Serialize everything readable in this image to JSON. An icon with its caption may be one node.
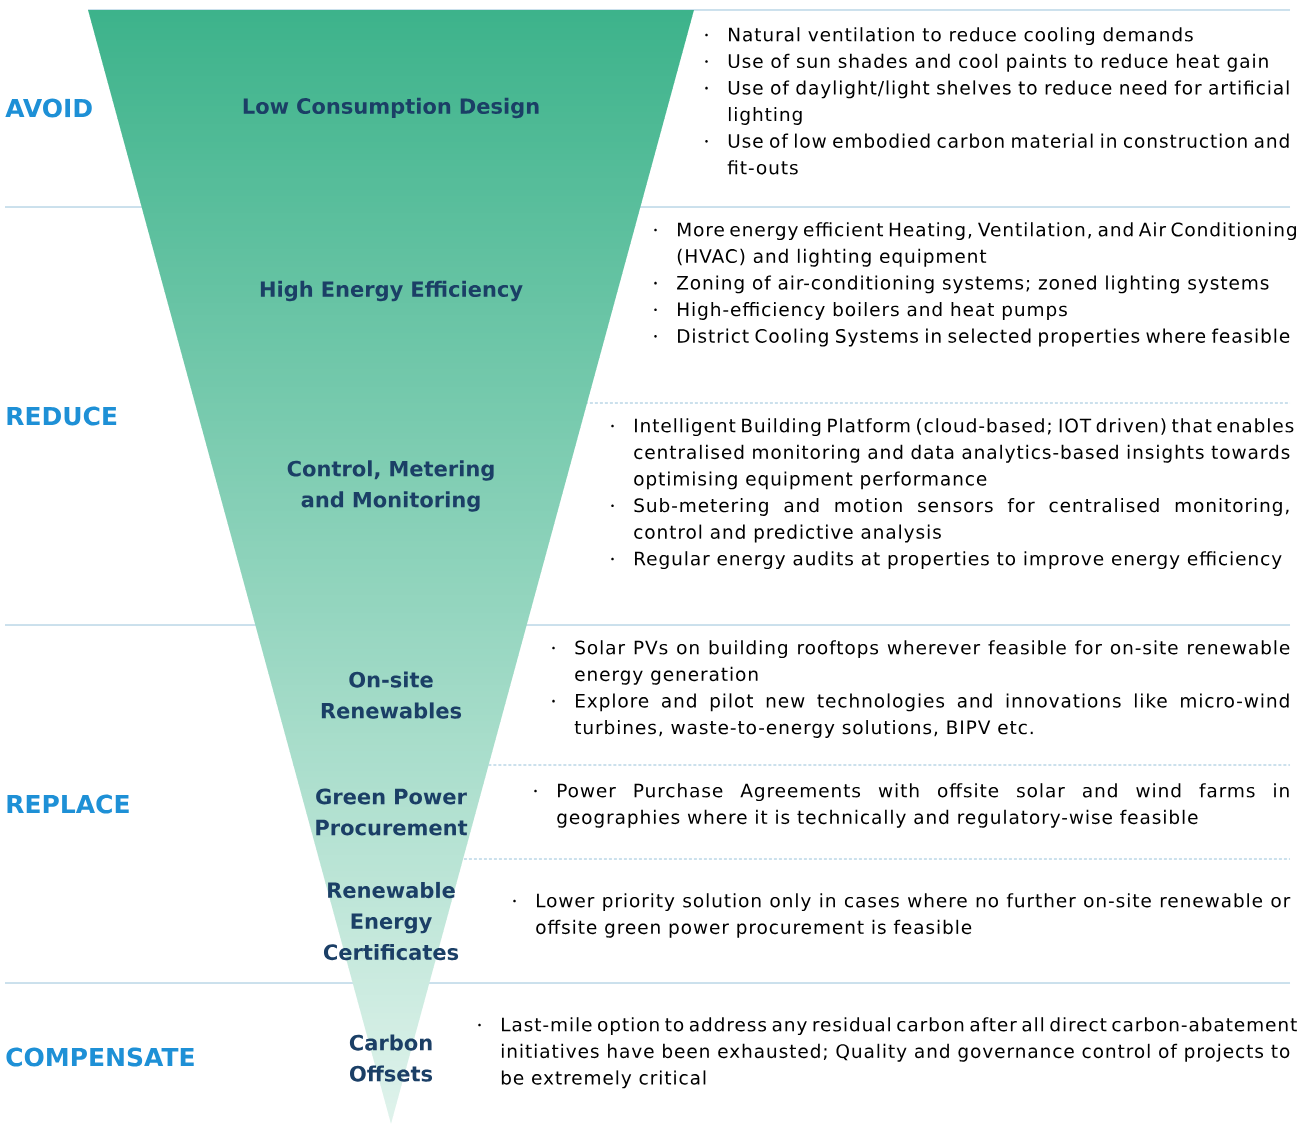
{
  "diagram": {
    "nodes": [
      {
        "text": [
          "Low Consumption Design"
        ]
      },
      {
        "text": [
          "High Energy Efficiency"
        ]
      },
      {
        "text": [
          "Control, Metering and Monitoring"
        ]
      },
      {
        "text": [
          "On-site Renewables"
        ]
      },
      {
        "text": [
          "Green Power Procurement"
        ]
      },
      {
        "text": [
          "Renewable Energy Certificates"
        ]
      },
      {
        "text": [
          "Carbon Offsets"
        ]
      }
    ],
    "labels": [
      "AVOID",
      "Natural ventilation to reduce cooling demands",
      "Use of sun shades and cool paints to reduce heat gain",
      "Use of daylight/light shelves to reduce need for artificial lighting",
      "Use of low embodied carbon material in construction and fit-outs",
      "More energy efficient Heating, Ventilation, and Air Conditioning (HVAC) and lighting equipment",
      "Zoning of air-conditioning systems; zoned lighting systems",
      "High-efficiency boilers and heat pumps",
      "District Cooling Systems in selected properties where feasible",
      "REDUCE",
      "Intelligent Building Platform (cloud-based; IOT driven) that enables centralised monitoring and data analytics-based insights towards optimising equipment performance",
      "Sub-metering and motion sensors for centralised monitoring, control and predictive analysis",
      "Regular energy audits at properties to improve energy efficiency",
      "Solar PVs on building rooftops wherever feasible for on-site renewable energy generation",
      "Explore and pilot new technologies and innovations like micro-wind turbines, waste-to-energy solutions, BIPV etc.",
      "REPLACE",
      "Power Purchase Agreements with offsite solar and wind farms in geographies where it is technically and regulatory-wise feasible",
      "Lower priority solution only in cases where no further on-site renewable or offsite green power procurement is feasible",
      "COMPENSATE",
      "Last-mile option to address any residual carbon after all direct carbon-abatement initiatives have been exhausted; Quality and governance control of projects to be extremely critical"
    ]
  }
}
